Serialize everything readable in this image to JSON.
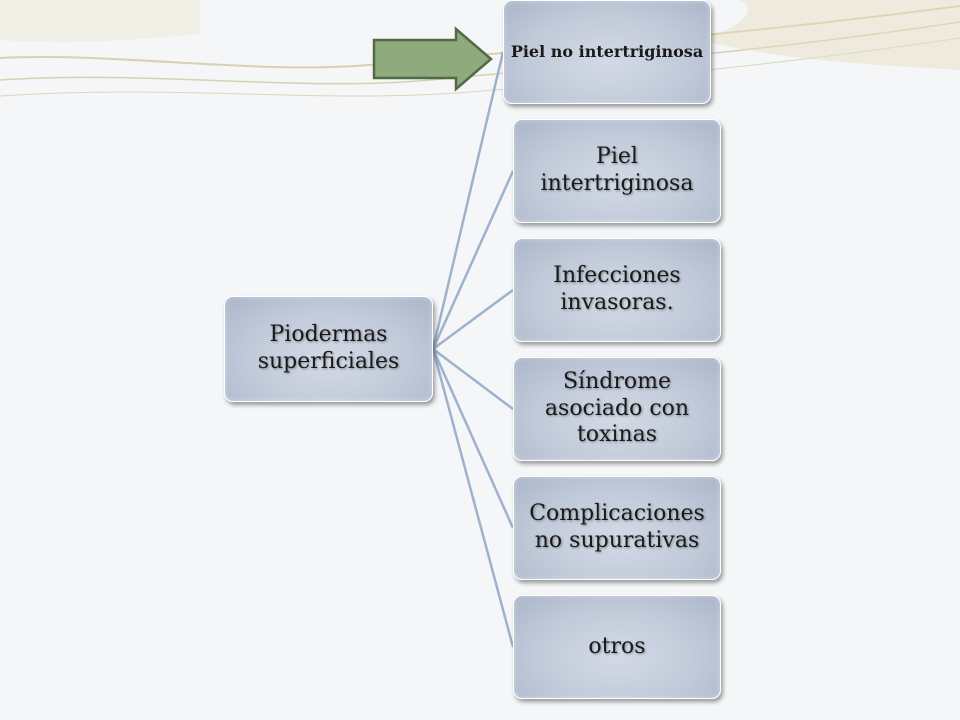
{
  "colors": {
    "connector": "#9fb2cd",
    "box_fill": "#c1cad9",
    "arrow_fill": "#8faa7d",
    "arrow_stroke": "#526a45",
    "swoosh": "#d2c79f"
  },
  "diagram": {
    "root": {
      "label": "Piodermas superficiales"
    },
    "children": [
      {
        "label": "Piel no intertriginosa"
      },
      {
        "label": "Piel intertriginosa"
      },
      {
        "label": "Infecciones invasoras."
      },
      {
        "label": "Síndrome asociado con toxinas"
      },
      {
        "label": "Complicaciones no supurativas"
      },
      {
        "label": "otros"
      }
    ],
    "pointer_icon": "right-arrow-icon"
  }
}
